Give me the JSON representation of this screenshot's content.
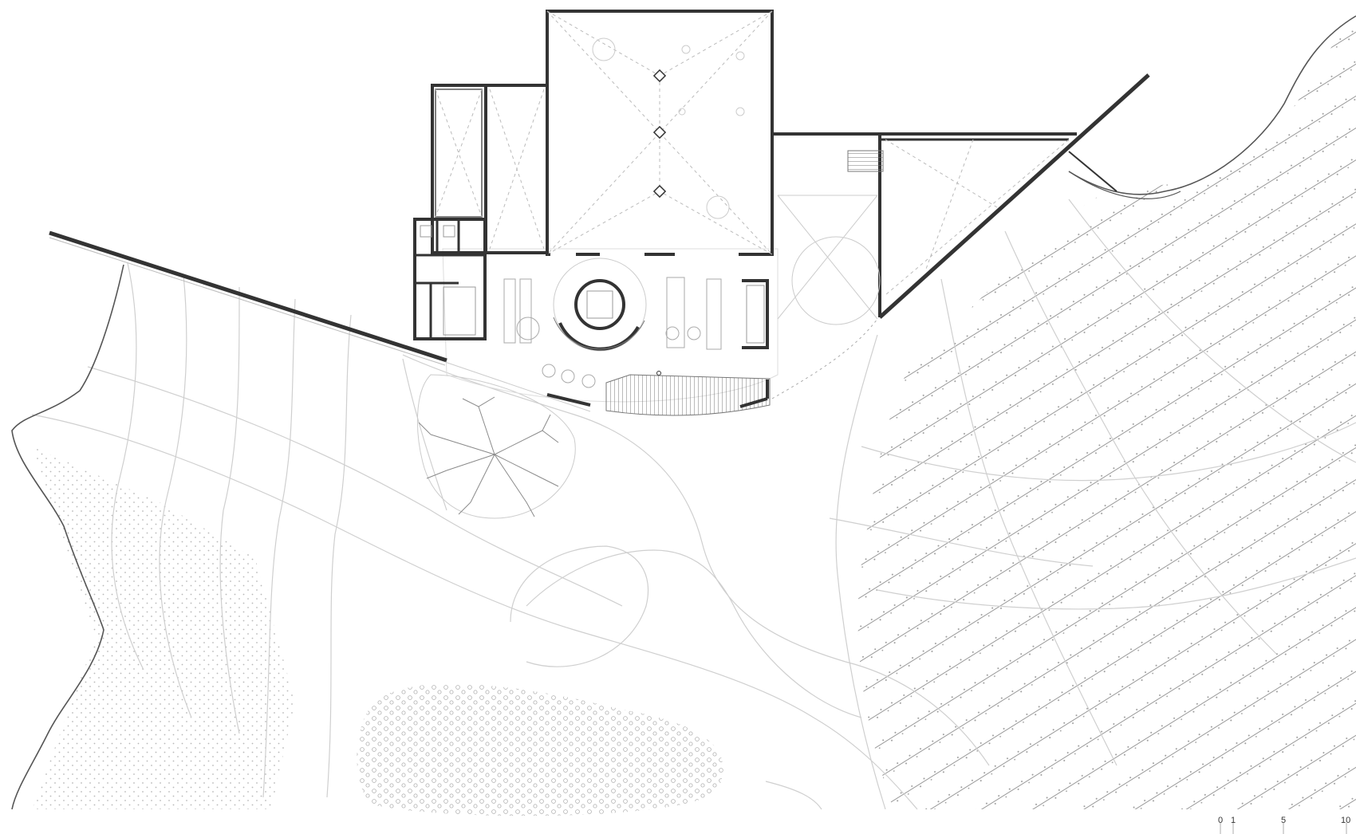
{
  "scale_bar": {
    "labels": [
      "0",
      "1",
      "5",
      "10"
    ]
  },
  "colors": {
    "wall": "#333333",
    "paving": "#cfcfcf",
    "hidden_line": "#bbbbbb",
    "vegetation": "#8a8a8a",
    "background": "#ffffff"
  }
}
